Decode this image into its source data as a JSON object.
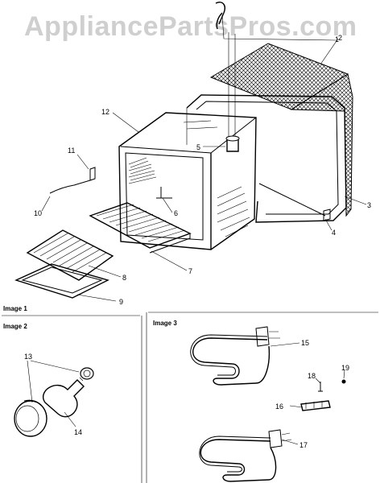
{
  "watermark": "AppliancePartsPros.com",
  "panels": {
    "image1": "Image 1",
    "image2": "Image 2",
    "image3": "Image 3"
  },
  "callouts": [
    "1",
    "2",
    "3",
    "4",
    "5",
    "6",
    "7",
    "8",
    "9",
    "10",
    "11",
    "12",
    "13",
    "14",
    "15",
    "16",
    "17",
    "18",
    "19"
  ]
}
